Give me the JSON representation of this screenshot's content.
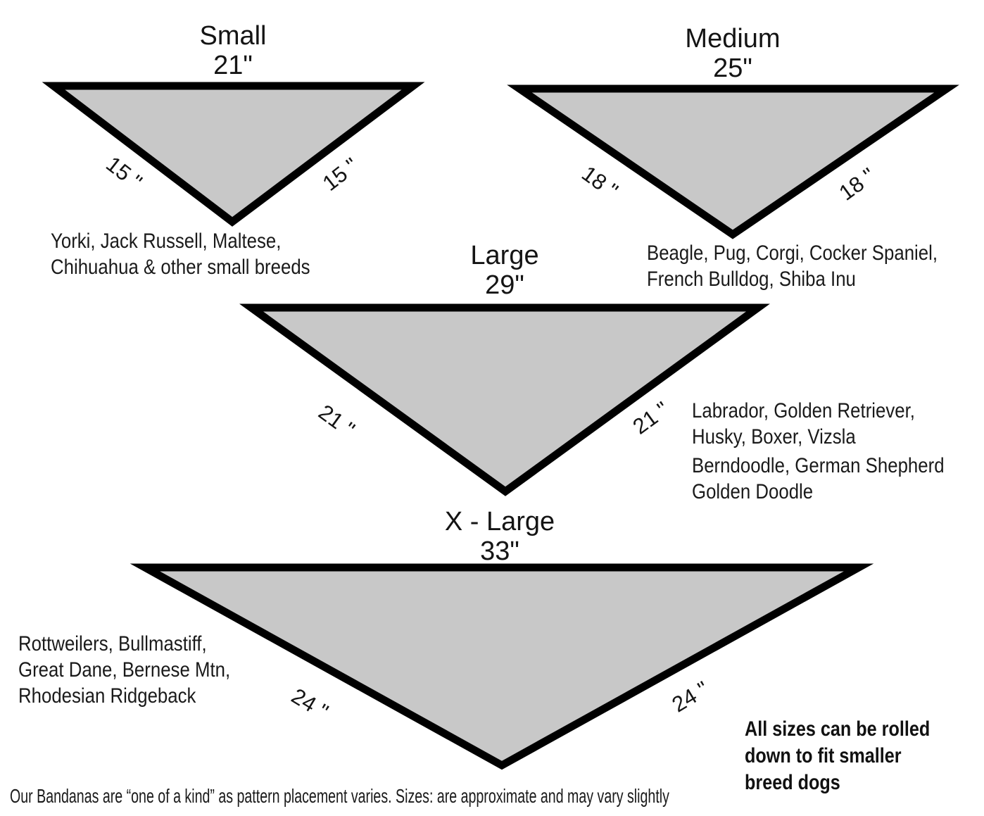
{
  "colors": {
    "triangle_fill": "#c8c8c8",
    "triangle_border": "#000000",
    "background": "#ffffff",
    "text": "#161616"
  },
  "sizes": [
    {
      "name": "Small",
      "neck": "21\"",
      "side": "15 \"",
      "breeds": [
        "Yorki, Jack Russell, Maltese,",
        "Chihuahua & other small breeds"
      ]
    },
    {
      "name": "Medium",
      "neck": "25\"",
      "side": "18 \"",
      "breeds": [
        "Beagle, Pug, Corgi, Cocker Spaniel,",
        "French Bulldog, Shiba Inu"
      ]
    },
    {
      "name": "Large",
      "neck": "29\"",
      "side": "21 \"",
      "breeds": [
        "Labrador, Golden Retriever,",
        "Husky, Boxer, Vizsla",
        "Berndoodle, German Shepherd",
        "Golden Doodle"
      ]
    },
    {
      "name": "X - Large",
      "neck": "33\"",
      "side": "24 \"",
      "breeds": [
        "Rottweilers, Bullmastiff,",
        "Great Dane, Bernese Mtn,",
        "Rhodesian Ridgeback"
      ]
    }
  ],
  "notes": {
    "rolled": [
      "All sizes can be rolled",
      "down to fit smaller",
      "breed dogs"
    ],
    "footer": "Our Bandanas are “one of a kind” as pattern placement varies. Sizes: are approximate and may vary slightly"
  }
}
